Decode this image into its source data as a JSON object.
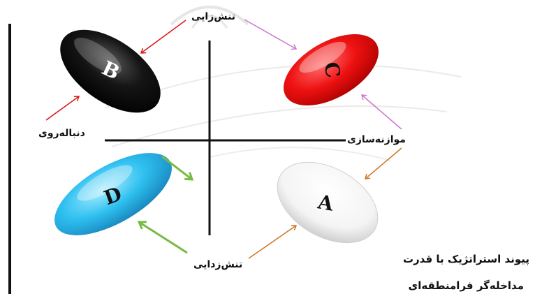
{
  "labels": {
    "top": "تنش‌زایی",
    "left": "دنباله‌روی",
    "right": "موازنه‌سازی",
    "bottom": "تنش‌زدایی"
  },
  "quadrants": {
    "b": {
      "letter": "B",
      "color": "#111111"
    },
    "c": {
      "letter": "C",
      "color": "#ee1111"
    },
    "d": {
      "letter": "D",
      "color": "#22bbee"
    },
    "a": {
      "letter": "A",
      "color": "#f6f6f6"
    }
  },
  "caption": {
    "line1": "پیوند استراتژیک با قدرت",
    "line2": "مداخله‌گر فرامنطقه‌ای"
  },
  "colors": {
    "axis": "#111111",
    "arrow_red": "#dd1111",
    "arrow_violet": "#cc77cc",
    "arrow_orange": "#cc7722",
    "arrow_green": "#77bb44",
    "watermark": "#cfcfcf"
  }
}
